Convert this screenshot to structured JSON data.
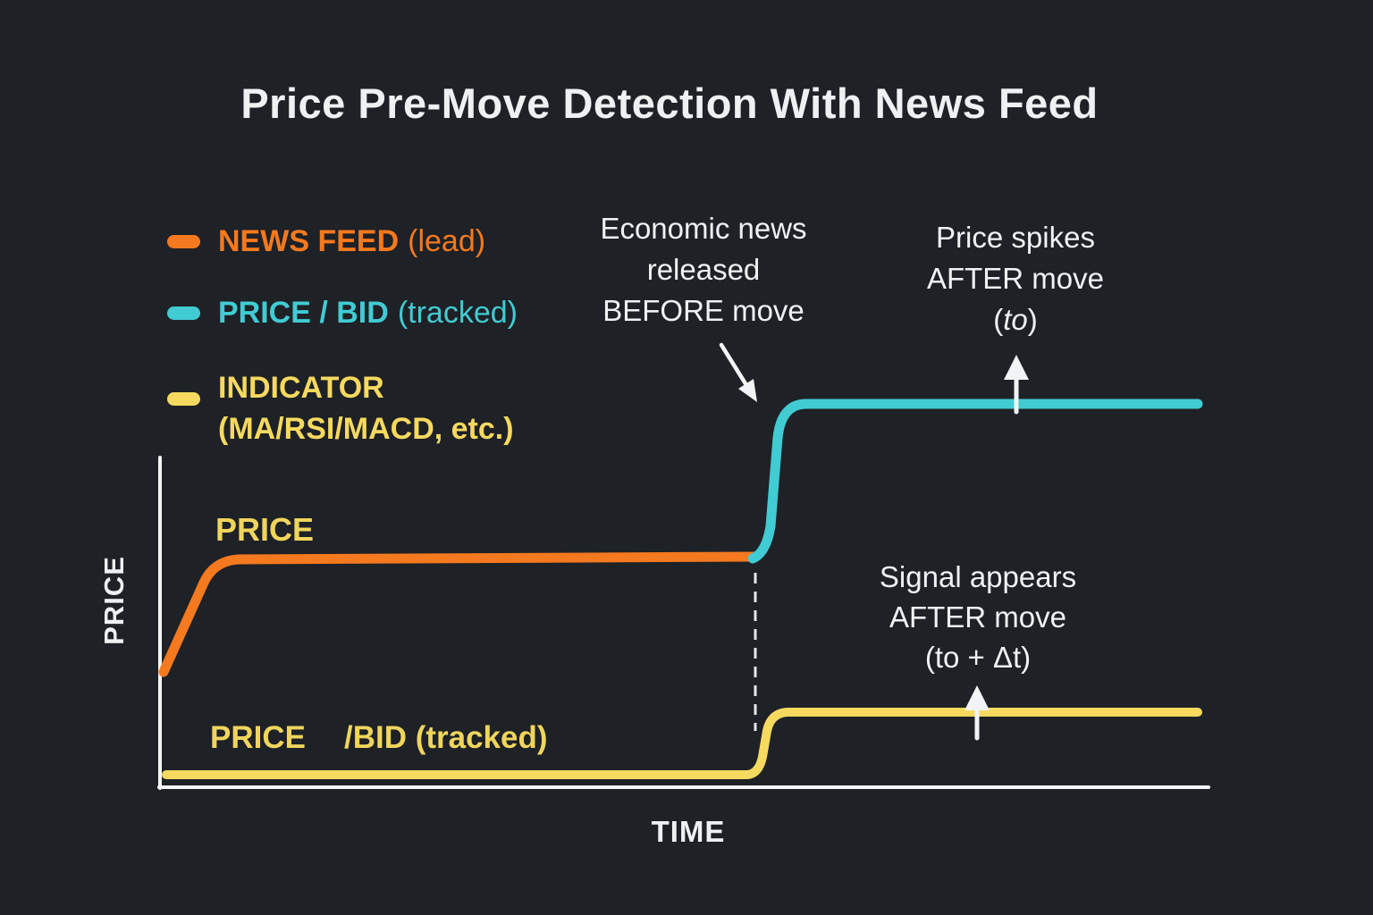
{
  "title": "Price Pre-Move Detection With News Feed",
  "colors": {
    "background": "#1e2126",
    "text": "#eef0f2",
    "news_feed": "#f5791e",
    "price_bid": "#41cbd2",
    "indicator": "#f6d95f",
    "chart_label_yellow": "#f0d55c",
    "axis": "#f4f5f6",
    "dashed_line": "#e6e7e9",
    "arrow": "#f2f3f4"
  },
  "legend": {
    "items": [
      {
        "label": "NEWS FEED",
        "qualifier": "(lead)"
      },
      {
        "label": "PRICE / BID",
        "qualifier": "(tracked)"
      },
      {
        "label": "INDICATOR",
        "qualifier": "(MA/RSI/MACD, etc.)"
      }
    ]
  },
  "annotations": {
    "news_release": {
      "line1": "Economic news",
      "line2": "released",
      "line3": "BEFORE move"
    },
    "price_spike": {
      "line1": "Price spikes",
      "line2": "AFTER move",
      "paren_open": "(",
      "time_var": "to",
      "paren_close": ")"
    },
    "signal": {
      "line1": "Signal appears",
      "line2": "AFTER move",
      "line3": "(to + Δt)"
    }
  },
  "chart": {
    "y_axis_label": "PRICE",
    "x_axis_label": "TIME",
    "price_line_label": "PRICE",
    "bid_line_label_left": "PRICE",
    "bid_line_label_right": "/BID (tracked)"
  },
  "chart_data": {
    "type": "line",
    "title": "Price Pre-Move Detection With News Feed",
    "xlabel": "TIME",
    "ylabel": "PRICE",
    "x_range": [
      0,
      100
    ],
    "y_range": [
      0,
      120
    ],
    "grid": false,
    "tick_labels": "none (conceptual diagram)",
    "legend_position": "top-left",
    "news_release_time_t0": 57,
    "series": [
      {
        "name": "NEWS FEED (lead)",
        "color": "#f5791e",
        "points": [
          [
            0,
            35
          ],
          [
            7,
            69
          ],
          [
            57,
            70
          ]
        ]
      },
      {
        "name": "PRICE / BID (tracked)",
        "color": "#41cbd2",
        "points": [
          [
            57,
            70
          ],
          [
            60,
            116
          ],
          [
            99,
            116
          ]
        ]
      },
      {
        "name": "INDICATOR (MA/RSI/MACD, etc.)",
        "color": "#f6d95f",
        "points": [
          [
            0,
            4
          ],
          [
            57,
            4
          ],
          [
            60,
            23
          ],
          [
            99,
            23
          ]
        ]
      }
    ],
    "annotations": [
      {
        "text": "Economic news released BEFORE move",
        "points_to": "start of tracked price rise at t0"
      },
      {
        "text": "Price spikes AFTER move (to)",
        "points_to": "tracked price plateau after the spike"
      },
      {
        "text": "Signal appears AFTER move (to + Δt)",
        "points_to": "indicator step after the move"
      }
    ]
  }
}
